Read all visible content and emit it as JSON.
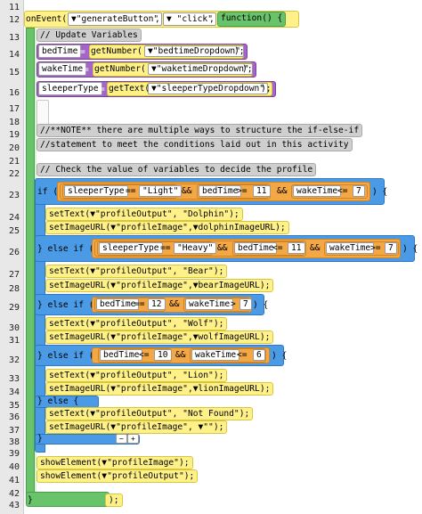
{
  "line_numbers": [
    "11",
    "12",
    "13",
    "14",
    "15",
    "16",
    "17",
    "18",
    "19",
    "20",
    "21",
    "22",
    "23",
    "24",
    "25",
    "26",
    "27",
    "28",
    "29",
    "30",
    "31",
    "32",
    "33",
    "34",
    "35",
    "36",
    "37",
    "38",
    "39",
    "40",
    "41",
    "42",
    "43"
  ],
  "code": {
    "l12_onevent": "onEvent(",
    "l12_target": "▼\"generateButton\"",
    "l12_comma1": ",",
    "l12_event": "▼ \"click\"",
    "l12_comma2": ",",
    "l12_function": "function() {",
    "l13_comment": "// Update Variables",
    "l14_var": "bedTime",
    "l14_eq": "=",
    "l14_get": "getNumber(",
    "l14_arg": "▼\"bedtimeDropdown\"",
    "l14_end": ");",
    "l15_var": "wakeTime",
    "l15_eq": "=",
    "l15_get": "getNumber(",
    "l15_arg": "▼\"waketimeDropdown\"",
    "l15_end": ");",
    "l16_var": "sleeperType",
    "l16_eq": "=",
    "l16_get": "getText(",
    "l16_arg": "▼\"sleeperTypeDropdown\"",
    "l16_end": ");",
    "l19_comment": "//**NOTE** there are multiple ways to structure the if-else-if",
    "l20_comment": "//statement to meet the conditions laid out in this activity",
    "l22_comment": "// Check the value of variables to decide the profile",
    "l23_if": "if (",
    "l23_v1": "sleeperType",
    "l23_op1": "==",
    "l23_s1": "\"Light\"",
    "l23_and1": "&&",
    "l23_v2": "bedTime",
    "l23_op2": ">=",
    "l23_n2": "11",
    "l23_and2": "&&",
    "l23_v3": "wakeTime",
    "l23_op3": "<=",
    "l23_n3": "7",
    "l23_end": ") {",
    "l24": "setText(▼\"profileOutput\", \"Dolphin\");",
    "l25": "setImageURL(▼\"profileImage\",▼dolphinImageURL);",
    "l26_else": "} else if (",
    "l26_v1": "sleeperType",
    "l26_op1": "==",
    "l26_s1": "\"Heavy\"",
    "l26_and1": "&&",
    "l26_v2": "bedTime",
    "l26_op2": "<=",
    "l26_n2": "11",
    "l26_and2": "&&",
    "l26_v3": "wakeTime",
    "l26_op3": ">=",
    "l26_n3": "7",
    "l26_end": ") {",
    "l27": "setText(▼\"profileOutput\", \"Bear\");",
    "l28": "setImageURL(▼\"profileImage\",▼bearImageURL);",
    "l29_else": "} else if (",
    "l29_v1": "bedTime",
    "l29_op1": "==",
    "l29_n1": "12",
    "l29_and": "&&",
    "l29_v2": "wakeTime",
    "l29_op2": ">",
    "l29_n2": "7",
    "l29_end": ") {",
    "l30": "setText(▼\"profileOutput\", \"Wolf\");",
    "l31": "setImageURL(▼\"profileImage\",▼wolfImageURL);",
    "l32_else": "} else if (",
    "l32_v1": "bedTime",
    "l32_op1": "<=",
    "l32_n1": "10",
    "l32_and": "&&",
    "l32_v2": "wakeTime",
    "l32_op2": "<=",
    "l32_n2": "6",
    "l32_end": ") {",
    "l33": "setText(▼\"profileOutput\", \"Lion\");",
    "l34": "setImageURL(▼\"profileImage\",▼lionImageURL);",
    "l35_else": "} else {",
    "l36": "setText(▼\"profileOutput\", \"Not Found\");",
    "l37": "setImageURL(▼\"profileImage\", ▼\"\");",
    "l38_minus": "−",
    "l38_plus": "+",
    "l38_close": "}",
    "l40": "showElement(▼\"profileImage\");",
    "l41": "showElement(▼\"profileOutput\");",
    "l43_close": "}",
    "l43_end": ");"
  },
  "colors": {
    "event_green": "#68c36a",
    "ui_yellow": "#fff18a",
    "variable_purple": "#a564c9",
    "control_blue": "#4a9ae5",
    "math_orange": "#f4a845",
    "comment_gray": "#cfcfcf"
  }
}
